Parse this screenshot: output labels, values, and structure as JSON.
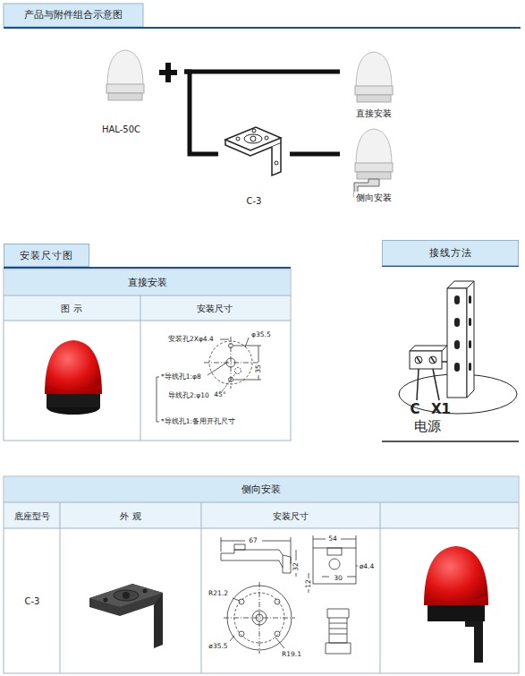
{
  "diagram": {
    "title": "产品与附件组合示意图",
    "nodes": [
      {
        "text": [
          "HAL-50C"
        ]
      },
      {
        "text": [
          "直接安装"
        ]
      },
      {
        "text": [
          "C-3"
        ]
      },
      {
        "text": [
          "侧向安装"
        ]
      },
      {
        "text": [
          "安装尺寸图"
        ]
      },
      {
        "text": [
          "接线方法"
        ]
      }
    ],
    "edges": [
      {
        "from": 0,
        "to": 1,
        "arrow": "none"
      },
      {
        "from": 0,
        "to": 2,
        "arrow": "none"
      },
      {
        "from": 2,
        "to": 3,
        "arrow": "none"
      }
    ],
    "labels": [
      "直接安装",
      "图 示",
      "安装尺寸",
      "安装孔2Xφ4.4",
      "φ35.5",
      "*导线孔1:φ8",
      "导线孔2:φ10",
      "35",
      "45°",
      "*导线孔1:备用开孔尺寸",
      "C",
      "X1",
      "电源",
      "侧向安装",
      "底座型号",
      "外 观",
      "安装尺寸",
      "C-3",
      "67",
      "54",
      "32",
      "12",
      "30",
      "ø4.4",
      "R21.2",
      "ø35.5",
      "R19.1"
    ]
  }
}
